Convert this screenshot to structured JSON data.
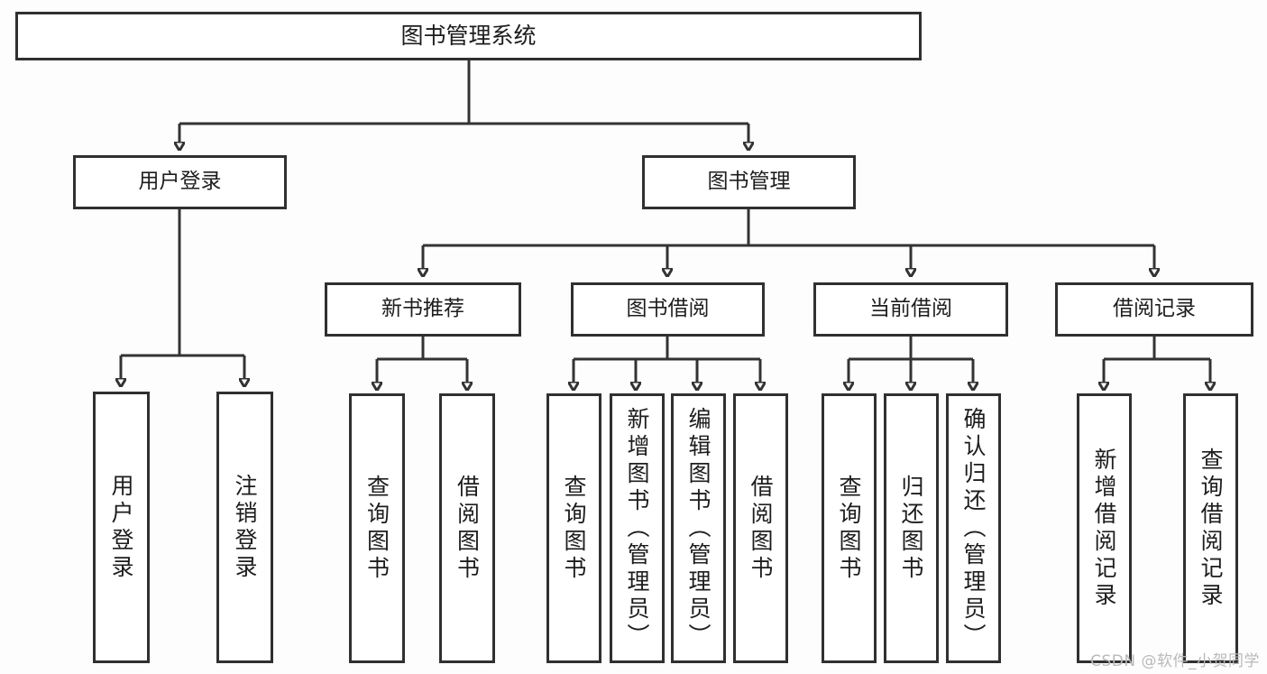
{
  "diagram": {
    "title": "图书管理系统",
    "watermark": "CSDN @软件_小贺同学",
    "colors": {
      "background": "#fdfdfd",
      "box_fill": "#ffffff",
      "box_border": "#303030",
      "connector": "#333333",
      "text": "#1d1d1d",
      "watermark": "#b9b9b9"
    },
    "nodes": {
      "root": {
        "label": "图书管理系统"
      },
      "level1": [
        {
          "label": "用户登录"
        },
        {
          "label": "图书管理"
        }
      ],
      "level2": [
        {
          "label": "新书推荐"
        },
        {
          "label": "图书借阅"
        },
        {
          "label": "当前借阅"
        },
        {
          "label": "借阅记录"
        }
      ],
      "leaves": {
        "user_login": [
          {
            "label": "用户登录"
          },
          {
            "label": "注销登录"
          }
        ],
        "new_book_recommend": [
          {
            "label": "查询图书"
          },
          {
            "label": "借阅图书"
          }
        ],
        "book_borrow": [
          {
            "label": "查询图书"
          },
          {
            "label": "新增图书（管理员）"
          },
          {
            "label": "编辑图书（管理员）"
          },
          {
            "label": "借阅图书"
          }
        ],
        "current_borrow": [
          {
            "label": "查询图书"
          },
          {
            "label": "归还图书"
          },
          {
            "label": "确认归还（管理员）"
          }
        ],
        "borrow_record": [
          {
            "label": "新增借阅记录"
          },
          {
            "label": "查询借阅记录"
          }
        ]
      }
    }
  },
  "chart_data": {
    "type": "tree-diagram",
    "title": "图书管理系统",
    "orientation": "top-down",
    "edge_style": "orthogonal-with-arrowhead",
    "depth": 4,
    "tree": {
      "name": "图书管理系统",
      "children": [
        {
          "name": "用户登录",
          "children": [
            {
              "name": "用户登录"
            },
            {
              "name": "注销登录"
            }
          ]
        },
        {
          "name": "图书管理",
          "children": [
            {
              "name": "新书推荐",
              "children": [
                {
                  "name": "查询图书"
                },
                {
                  "name": "借阅图书"
                }
              ]
            },
            {
              "name": "图书借阅",
              "children": [
                {
                  "name": "查询图书"
                },
                {
                  "name": "新增图书（管理员）"
                },
                {
                  "name": "编辑图书（管理员）"
                },
                {
                  "name": "借阅图书"
                }
              ]
            },
            {
              "name": "当前借阅",
              "children": [
                {
                  "name": "查询图书"
                },
                {
                  "name": "归还图书"
                },
                {
                  "name": "确认归还（管理员）"
                }
              ]
            },
            {
              "name": "借阅记录",
              "children": [
                {
                  "name": "新增借阅记录"
                },
                {
                  "name": "查询借阅记录"
                }
              ]
            }
          ]
        }
      ]
    }
  }
}
